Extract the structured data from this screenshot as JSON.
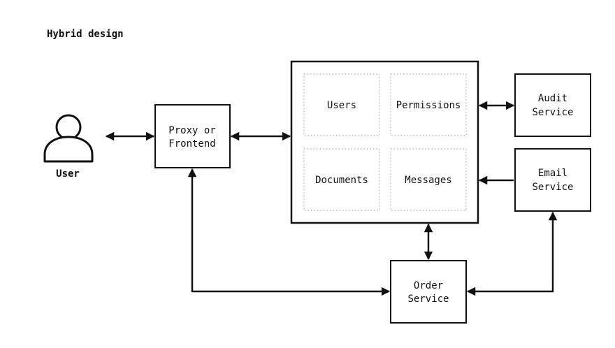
{
  "diagram": {
    "title": "Hybrid design",
    "user": {
      "label": "User"
    },
    "proxy": {
      "line1": "Proxy or",
      "line2": "Frontend"
    },
    "monolith": {
      "modules": {
        "users": "Users",
        "permissions": "Permissions",
        "documents": "Documents",
        "messages": "Messages"
      }
    },
    "audit": {
      "line1": "Audit",
      "line2": "Service"
    },
    "email": {
      "line1": "Email",
      "line2": "Service"
    },
    "order": {
      "line1": "Order",
      "line2": "Service"
    }
  }
}
